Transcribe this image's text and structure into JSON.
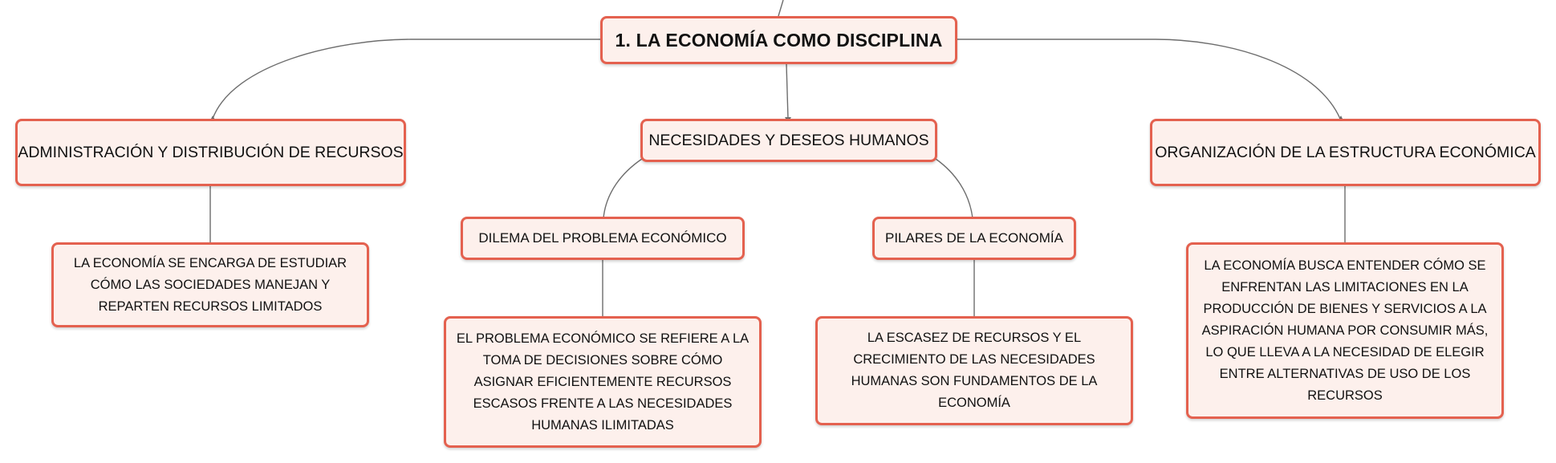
{
  "colors": {
    "node_border": "#e4614f",
    "node_fill": "#fdf0ec",
    "connector": "#6d6d6d",
    "text": "#111111"
  },
  "map": {
    "root": {
      "label": "1. LA ECONOMÍA COMO DISCIPLINA"
    },
    "branches": {
      "administration": {
        "label": "ADMINISTRACIÓN Y DISTRIBUCIÓN DE RECURSOS",
        "detail": "LA ECONOMÍA SE ENCARGA DE ESTUDIAR CÓMO LAS SOCIEDADES MANEJAN Y REPARTEN RECURSOS LIMITADOS"
      },
      "needs": {
        "label": "NECESIDADES Y DESEOS HUMANOS",
        "dilemma": {
          "label": "DILEMA DEL PROBLEMA ECONÓMICO",
          "detail": "EL PROBLEMA ECONÓMICO SE REFIERE A LA TOMA DE DECISIONES SOBRE CÓMO ASIGNAR EFICIENTEMENTE RECURSOS ESCASOS FRENTE A LAS NECESIDADES HUMANAS ILIMITADAS"
        },
        "pillars": {
          "label": "PILARES DE LA ECONOMÍA",
          "detail": "LA ESCASEZ DE RECURSOS Y EL CRECIMIENTO DE LAS NECESIDADES HUMANAS SON FUNDAMENTOS DE LA ECONOMÍA"
        }
      },
      "organization": {
        "label": "ORGANIZACIÓN DE LA ESTRUCTURA ECONÓMICA",
        "detail": "LA ECONOMÍA BUSCA ENTENDER CÓMO SE ENFRENTAN LAS LIMITACIONES EN LA PRODUCCIÓN DE BIENES Y SERVICIOS A LA ASPIRACIÓN HUMANA POR CONSUMIR MÁS, LO QUE LLEVA A LA NECESIDAD DE ELEGIR ENTRE ALTERNATIVAS DE USO DE LOS RECURSOS"
      }
    }
  }
}
